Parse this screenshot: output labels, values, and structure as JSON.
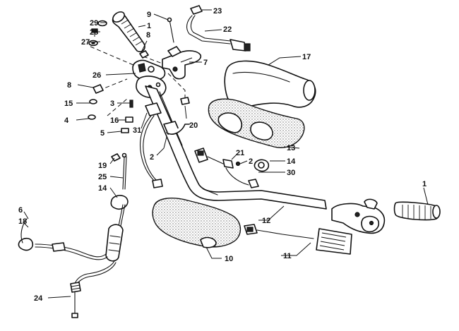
{
  "callouts": [
    {
      "id": "c29",
      "label": "29"
    },
    {
      "id": "c28",
      "label": "28"
    },
    {
      "id": "c27",
      "label": "27"
    },
    {
      "id": "c1a",
      "label": "1"
    },
    {
      "id": "c9",
      "label": "9"
    },
    {
      "id": "c8a",
      "label": "8"
    },
    {
      "id": "c23",
      "label": "23"
    },
    {
      "id": "c22",
      "label": "22"
    },
    {
      "id": "c7",
      "label": "7"
    },
    {
      "id": "c17",
      "label": "17"
    },
    {
      "id": "c26",
      "label": "26"
    },
    {
      "id": "c8b",
      "label": "8"
    },
    {
      "id": "c15",
      "label": "15"
    },
    {
      "id": "c3",
      "label": "3"
    },
    {
      "id": "c4",
      "label": "4"
    },
    {
      "id": "c16",
      "label": "16"
    },
    {
      "id": "c5",
      "label": "5"
    },
    {
      "id": "c31",
      "label": "31"
    },
    {
      "id": "c20",
      "label": "20"
    },
    {
      "id": "c13",
      "label": "13"
    },
    {
      "id": "c2a",
      "label": "2"
    },
    {
      "id": "c21",
      "label": "21"
    },
    {
      "id": "c2b",
      "label": "2"
    },
    {
      "id": "c14a",
      "label": "14"
    },
    {
      "id": "c30",
      "label": "30"
    },
    {
      "id": "c19",
      "label": "19"
    },
    {
      "id": "c25",
      "label": "25"
    },
    {
      "id": "c14b",
      "label": "14"
    },
    {
      "id": "c1b",
      "label": "1"
    },
    {
      "id": "c12",
      "label": "12"
    },
    {
      "id": "c6",
      "label": "6"
    },
    {
      "id": "c18",
      "label": "18"
    },
    {
      "id": "c10",
      "label": "10"
    },
    {
      "id": "c11",
      "label": "11"
    },
    {
      "id": "c24",
      "label": "24"
    }
  ]
}
